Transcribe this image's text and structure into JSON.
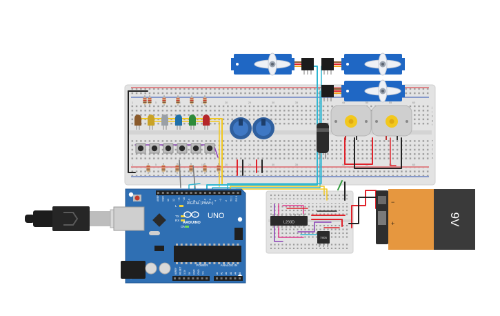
{
  "arduino": {
    "brand": "UNO",
    "logo_text": "ARDUINO",
    "digital_header": "DIGITAL (PWM~)",
    "power_header": "POWER",
    "analog_header": "ANALOG IN",
    "tx_label": "TX",
    "rx_label": "RX",
    "l_label": "L",
    "on_label": "ON",
    "pin_labels_top": [
      "AREF",
      "GND",
      "13",
      "12",
      "~11",
      "~10",
      "~9",
      "8",
      "7",
      "~6",
      "~5",
      "4",
      "~3",
      "2",
      "TX 1",
      "RX 0"
    ],
    "pin_labels_power": [
      "IOREF",
      "RESET",
      "3.3V",
      "5V",
      "GND",
      "GND",
      "Vin"
    ],
    "pin_labels_analog": [
      "A0",
      "A1",
      "A2",
      "A3",
      "A4",
      "A5"
    ]
  },
  "driver_chip": {
    "label": "L293D"
  },
  "regulator": {
    "label": "7805"
  },
  "battery": {
    "label": "9V",
    "plus": "+",
    "minus": "−"
  },
  "breadboard": {
    "row_letters_top": [
      "j",
      "i",
      "h",
      "g",
      "f"
    ],
    "row_letters_bottom": [
      "e",
      "d",
      "c",
      "b",
      "a"
    ],
    "column_numbers": [
      "1",
      "5",
      "10",
      "15",
      "20",
      "25",
      "30",
      "35",
      "40",
      "45",
      "50",
      "55",
      "60"
    ]
  },
  "colors": {
    "arduino_board": "#2f6fb3",
    "breadboard": "#e3e3e3",
    "servo": "#1f67c4",
    "battery_orange": "#e6973f",
    "battery_dark": "#3a3a3a",
    "wire_red": "#e0222a",
    "wire_black": "#222222",
    "wire_yellow": "#f2c81e",
    "wire_cyan": "#2fb6d1",
    "wire_purple": "#8a3fb6",
    "wire_pink": "#e23a8c",
    "wire_green": "#2f9a3b"
  },
  "leds": {
    "colors": [
      "#8a5a2b",
      "#c9a227",
      "#9aa0a6",
      "#1f6fa8",
      "#2e8b3a",
      "#b5262a"
    ]
  },
  "icons": [
    "usb-plug-icon",
    "servo-motor-icon",
    "dc-motor-icon",
    "potentiometer-icon",
    "push-button-icon",
    "capacitor-icon",
    "resistor-icon"
  ]
}
